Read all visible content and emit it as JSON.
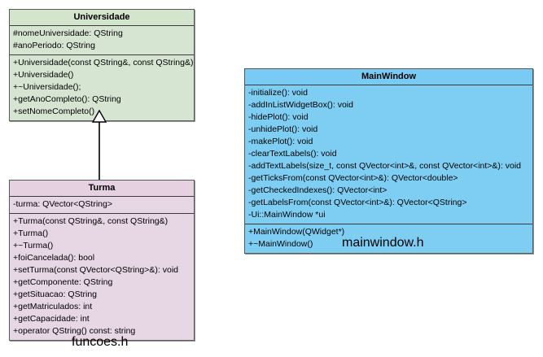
{
  "diagram": {
    "type": "uml-class-diagram",
    "background": "#ffffff",
    "relationships": [
      {
        "kind": "generalization",
        "label": "inheritance",
        "from": "Turma",
        "to": "Universidade",
        "arrow": "hollow-triangle"
      }
    ]
  },
  "classes": {
    "universidade": {
      "name": "Universidade",
      "color": "#d6e5d2",
      "header_color": "#d4e5cd",
      "attributes": [
        "#nomeUniversidade: QString",
        "#anoPeriodo: QString"
      ],
      "operations": [
        "+Universidade(const QString&, const QString&)",
        "+Universidade()",
        "+~Universidade();",
        "+getAnoCompleto(): QString",
        "+setNomeCompleto()"
      ]
    },
    "turma": {
      "name": "Turma",
      "color": "#e7d6e3",
      "header_color": "#e5d1e0",
      "attributes": [
        "-turma: QVector<QString>"
      ],
      "operations": [
        "+Turma(const QString&, const QString&)",
        "+Turma()",
        "+~Turma()",
        "+foiCancelada(): bool",
        "+setTurma(const QVector<QString>&): void",
        "+getComponente: QString",
        "+getSituacao: QString",
        "+getMatriculados:  int",
        "+getCapacidade:   int",
        "+operator QString() const: string"
      ]
    },
    "mainwindow": {
      "name": "MainWindow",
      "color": "#7ecef4",
      "header_color": "#79cbf3",
      "private_members": [
        "-initialize(): void",
        "-addInListWidgetBox(): void",
        "-hidePlot(): void",
        "-unhidePlot(): void",
        "-makePlot(): void",
        "-clearTextLabels(): void",
        "-addTextLabels(size_t, const QVector<int>&, const QVector<int>&): void",
        "-getTicksFrom(const QVector<int>&): QVector<double>",
        "-getCheckedIndexes(): QVector<int>",
        "-getLabelsFrom(const QVector<int>&): QVector<QString>",
        "-Ui::MainWindow *ui"
      ],
      "public_members": [
        "+MainWindow(QWidget*)",
        "+~MainWindow()"
      ]
    }
  },
  "captions": {
    "funcoes": "funcoes.h",
    "mainwindow": "mainwindow.h"
  }
}
